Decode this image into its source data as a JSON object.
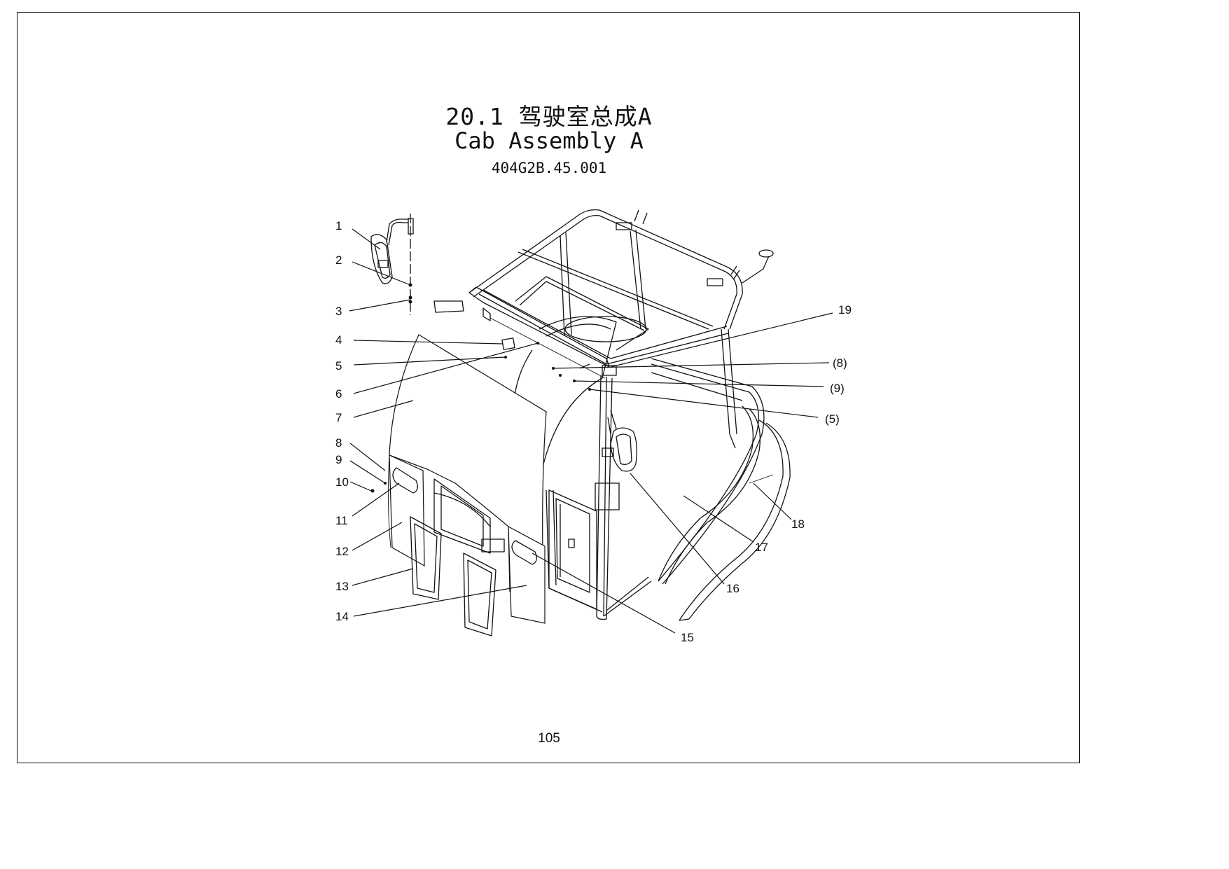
{
  "header": {
    "title_zh": "20.1 驾驶室总成A",
    "title_en": "Cab Assembly A",
    "part_number": "404G2B.45.001"
  },
  "callouts": [
    "1",
    "2",
    "3",
    "4",
    "5",
    "6",
    "7",
    "8",
    "9",
    "10",
    "11",
    "12",
    "13",
    "14",
    "15",
    "16",
    "17",
    "18",
    "19",
    "(8)",
    "(9)",
    "(5)"
  ],
  "footer": {
    "page_number": "105"
  }
}
